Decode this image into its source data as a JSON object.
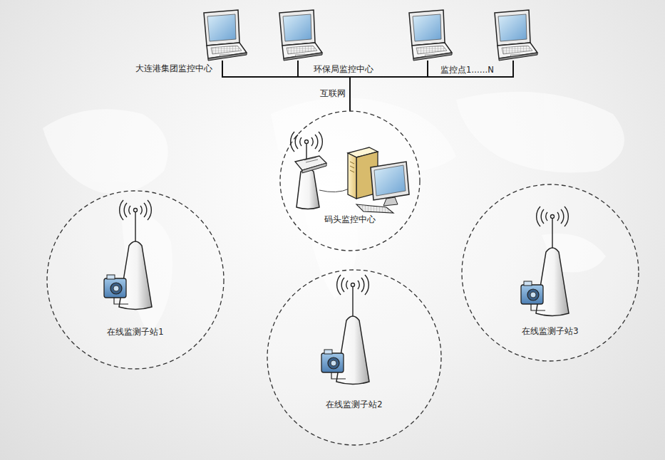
{
  "diagram": {
    "nodes": [
      {
        "text": [
          "大连港集团监控中心"
        ]
      },
      {
        "text": [
          "环保局监控中心"
        ]
      },
      {
        "text": [
          "监控点1……N"
        ]
      },
      {
        "text": [
          "码头监控中心"
        ]
      },
      {
        "text": [
          "在线监测子站1"
        ]
      },
      {
        "text": [
          "在线监测子站2"
        ]
      },
      {
        "text": [
          "在线监测子站3"
        ]
      }
    ],
    "edges": [
      {
        "from": 0,
        "to": 3,
        "arrow": "none"
      },
      {
        "from": 1,
        "to": 3,
        "arrow": "none"
      },
      {
        "from": 2,
        "to": 3,
        "arrow": "none"
      }
    ],
    "labels": [
      "互联网"
    ]
  }
}
